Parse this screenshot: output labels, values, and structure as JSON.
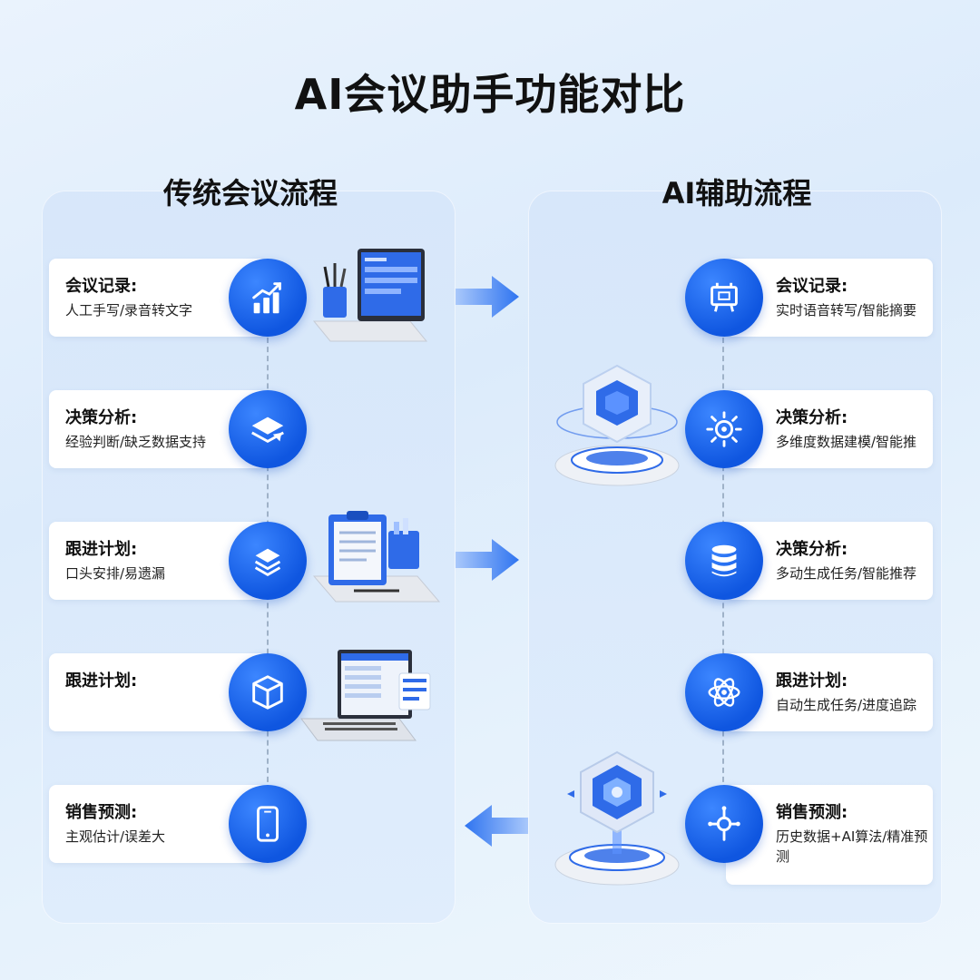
{
  "title": "AI会议助手功能对比",
  "left_column": {
    "title": "传统会议流程",
    "items": [
      {
        "label": "会议记录:",
        "desc": "人工手写/录音转文字",
        "icon": "chart-growth-icon"
      },
      {
        "label": "决策分析:",
        "desc": "经验判断/缺乏数据支持",
        "icon": "layers-icon"
      },
      {
        "label": "跟进计划:",
        "desc": "口头安排/易遗漏",
        "icon": "stack-icon"
      },
      {
        "label": "跟进计划:",
        "desc": "",
        "icon": "cube-icon"
      },
      {
        "label": "销售预测:",
        "desc": "主观估计/误差大",
        "icon": "phone-icon"
      }
    ]
  },
  "right_column": {
    "title": "AI辅助流程",
    "items": [
      {
        "label": "会议记录:",
        "desc": "实时语音转写/智能摘要",
        "icon": "cart-icon"
      },
      {
        "label": "决策分析:",
        "desc": "多维度数据建模/智能推",
        "icon": "gear-sun-icon"
      },
      {
        "label": "决策分析:",
        "desc": "多动生成任务/智能推荐",
        "icon": "database-icon"
      },
      {
        "label": "跟进计划:",
        "desc": "自动生成任务/进度追踪",
        "icon": "atom-icon"
      },
      {
        "label": "销售预测:",
        "desc": "历史数据+AI算法/精准预测",
        "icon": "hub-icon"
      }
    ]
  },
  "colors": {
    "accent": "#1a5ff0",
    "arrow": "#3a7ef5"
  }
}
